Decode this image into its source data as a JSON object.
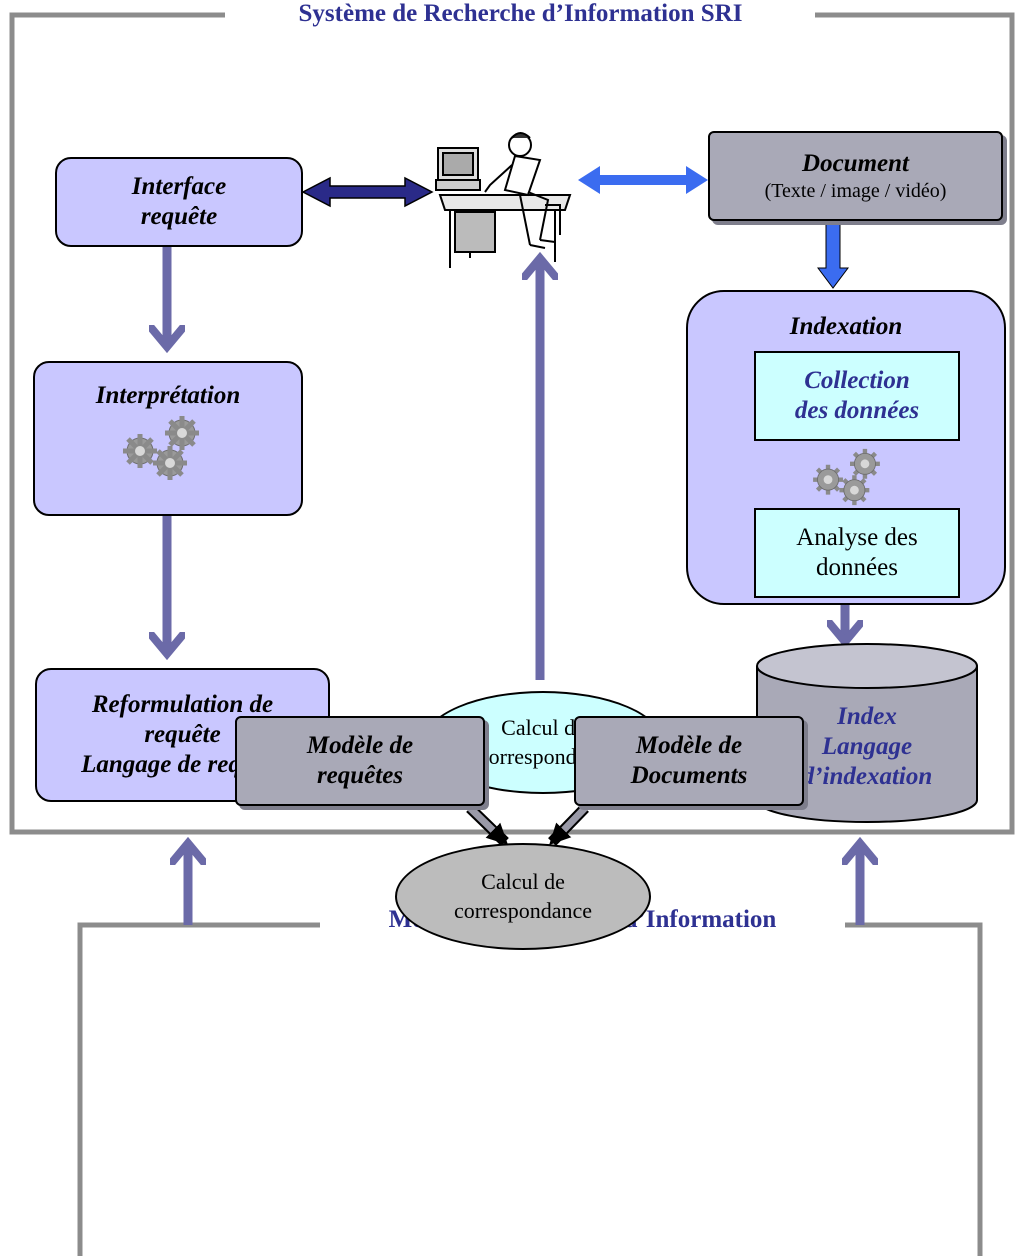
{
  "sri_frame": {
    "title": "Système de Recherche d’Information SRI"
  },
  "mri_frame": {
    "title": "Modèle de Recherche d’Information"
  },
  "interface": {
    "line1": "Interface",
    "line2": "requête"
  },
  "interpretation": {
    "label": "Interprétation"
  },
  "reformulation": {
    "line1": "Reformulation de",
    "line2": "requête",
    "line3": "Langage de requête"
  },
  "calcul_sri": {
    "line1": "Calcul de",
    "line2": "correspondanc"
  },
  "document": {
    "title": "Document",
    "subtitle": "(Texte / image / vidéo)"
  },
  "indexation": {
    "title": "Indexation"
  },
  "collection": {
    "line1": "Collection",
    "line2": "des données"
  },
  "analyse": {
    "line1": "Analyse des",
    "line2": "données"
  },
  "index": {
    "line1": "Index",
    "line2": "Langage",
    "line3": "d’indexation"
  },
  "modele_requetes": {
    "line1": "Modèle de",
    "line2": "requêtes"
  },
  "modele_documents": {
    "line1": "Modèle de",
    "line2": "Documents"
  },
  "calcul_mri": {
    "line1": "Calcul de",
    "line2": "correspondance"
  },
  "colors": {
    "frame": "#8c8c8c",
    "arrow": "#6b6aa8",
    "lavender": "#c9c7ff",
    "grey": "#a9a9b7",
    "cyan": "#ccffff",
    "title": "#2e3192"
  }
}
